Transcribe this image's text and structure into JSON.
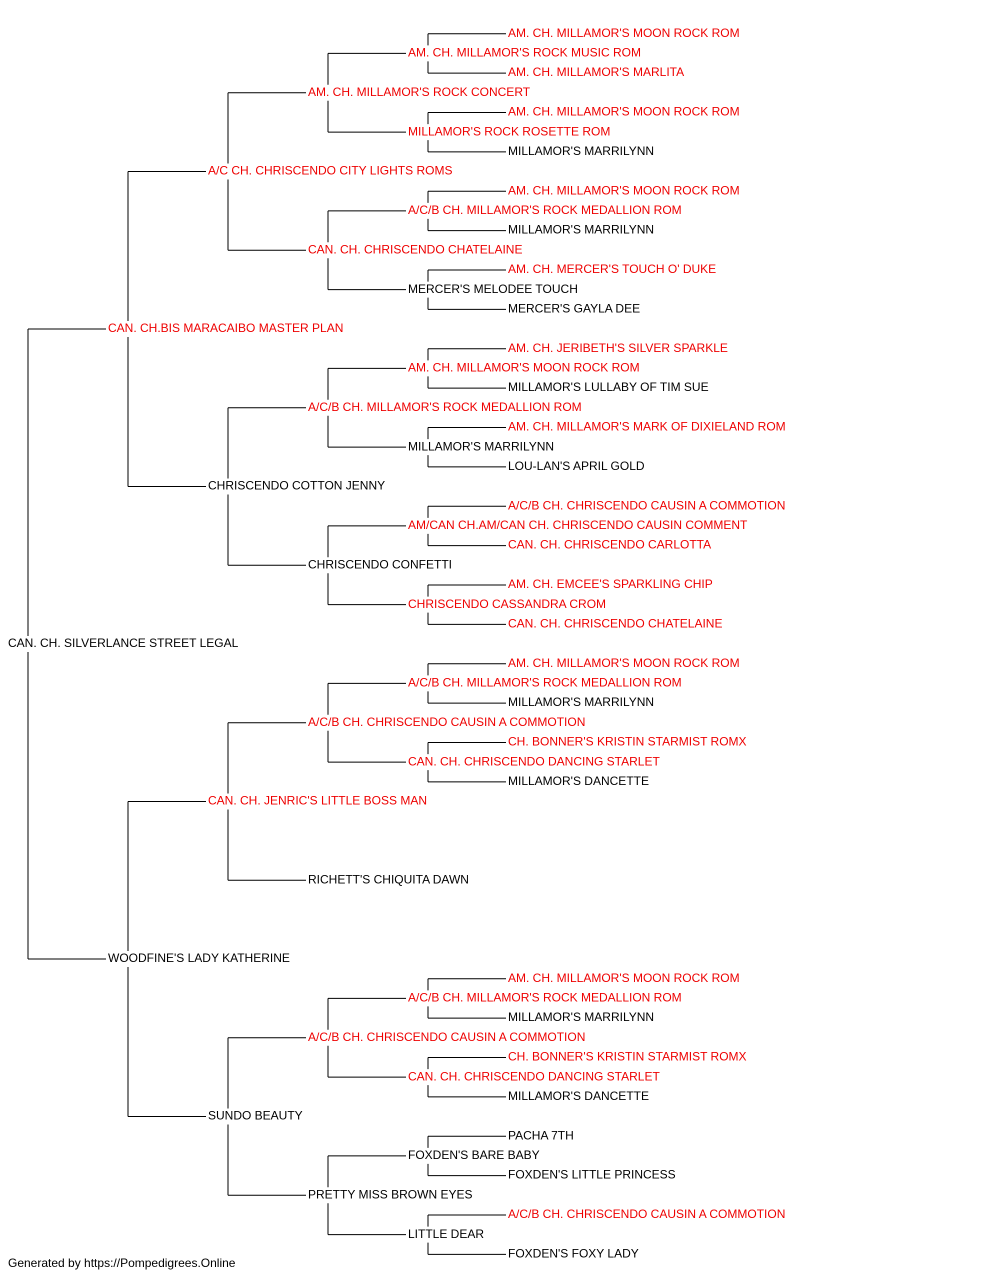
{
  "colors": {
    "champion": "#ee0000",
    "regular": "#000000",
    "line": "#000000"
  },
  "pedigree": {
    "name": "CAN. CH. SILVERLANCE STREET LEGAL",
    "ch": false,
    "sire": {
      "name": "CAN. CH.BIS MARACAIBO MASTER PLAN",
      "ch": true,
      "sire": {
        "name": "A/C CH. CHRISCENDO CITY LIGHTS ROMS",
        "ch": true,
        "sire": {
          "name": "AM. CH. MILLAMOR'S ROCK CONCERT",
          "ch": true,
          "sire": {
            "name": "AM. CH. MILLAMOR'S ROCK MUSIC ROM",
            "ch": true,
            "sire": {
              "name": "AM. CH. MILLAMOR'S MOON ROCK ROM",
              "ch": true
            },
            "dam": {
              "name": "AM. CH. MILLAMOR'S MARLITA",
              "ch": true
            }
          },
          "dam": {
            "name": "MILLAMOR'S ROCK ROSETTE ROM",
            "ch": true,
            "sire": {
              "name": "AM. CH. MILLAMOR'S MOON ROCK ROM",
              "ch": true
            },
            "dam": {
              "name": "MILLAMOR'S MARRILYNN",
              "ch": false
            }
          }
        },
        "dam": {
          "name": "CAN. CH. CHRISCENDO CHATELAINE",
          "ch": true,
          "sire": {
            "name": "A/C/B CH. MILLAMOR'S ROCK MEDALLION ROM",
            "ch": true,
            "sire": {
              "name": "AM. CH. MILLAMOR'S MOON ROCK ROM",
              "ch": true
            },
            "dam": {
              "name": "MILLAMOR'S MARRILYNN",
              "ch": false
            }
          },
          "dam": {
            "name": "MERCER'S MELODEE TOUCH",
            "ch": false,
            "sire": {
              "name": "AM. CH. MERCER'S TOUCH O' DUKE",
              "ch": true
            },
            "dam": {
              "name": "MERCER'S GAYLA DEE",
              "ch": false
            }
          }
        }
      },
      "dam": {
        "name": "CHRISCENDO COTTON JENNY",
        "ch": false,
        "sire": {
          "name": "A/C/B CH. MILLAMOR'S ROCK MEDALLION ROM",
          "ch": true,
          "sire": {
            "name": "AM. CH. MILLAMOR'S MOON ROCK ROM",
            "ch": true,
            "sire": {
              "name": "AM. CH. JERIBETH'S SILVER SPARKLE",
              "ch": true
            },
            "dam": {
              "name": "MILLAMOR'S LULLABY OF TIM SUE",
              "ch": false
            }
          },
          "dam": {
            "name": "MILLAMOR'S MARRILYNN",
            "ch": false,
            "sire": {
              "name": "AM. CH. MILLAMOR'S MARK OF DIXIELAND ROM",
              "ch": true
            },
            "dam": {
              "name": "LOU-LAN'S APRIL GOLD",
              "ch": false
            }
          }
        },
        "dam": {
          "name": "CHRISCENDO CONFETTI",
          "ch": false,
          "sire": {
            "name": "AM/CAN CH.AM/CAN CH. CHRISCENDO CAUSIN COMMENT",
            "ch": true,
            "sire": {
              "name": "A/C/B CH. CHRISCENDO CAUSIN A COMMOTION",
              "ch": true
            },
            "dam": {
              "name": "CAN. CH. CHRISCENDO CARLOTTA",
              "ch": true
            }
          },
          "dam": {
            "name": "CHRISCENDO CASSANDRA CROM",
            "ch": true,
            "sire": {
              "name": "AM. CH. EMCEE'S SPARKLING CHIP",
              "ch": true
            },
            "dam": {
              "name": "CAN. CH. CHRISCENDO CHATELAINE",
              "ch": true
            }
          }
        }
      }
    },
    "dam": {
      "name": "WOODFINE'S LADY KATHERINE",
      "ch": false,
      "sire": {
        "name": "CAN. CH. JENRIC'S LITTLE BOSS MAN",
        "ch": true,
        "sire": {
          "name": "A/C/B CH. CHRISCENDO CAUSIN A COMMOTION",
          "ch": true,
          "sire": {
            "name": "A/C/B CH. MILLAMOR'S ROCK MEDALLION ROM",
            "ch": true,
            "sire": {
              "name": "AM. CH. MILLAMOR'S MOON ROCK ROM",
              "ch": true
            },
            "dam": {
              "name": "MILLAMOR'S MARRILYNN",
              "ch": false
            }
          },
          "dam": {
            "name": "CAN. CH. CHRISCENDO DANCING STARLET",
            "ch": true,
            "sire": {
              "name": "CH. BONNER'S KRISTIN STARMIST ROMX",
              "ch": true
            },
            "dam": {
              "name": "MILLAMOR'S DANCETTE",
              "ch": false
            }
          }
        },
        "dam": {
          "name": "RICHETT'S CHIQUITA DAWN",
          "ch": false
        }
      },
      "dam": {
        "name": "SUNDO BEAUTY",
        "ch": false,
        "sire": {
          "name": "A/C/B CH. CHRISCENDO CAUSIN A COMMOTION",
          "ch": true,
          "sire": {
            "name": "A/C/B CH. MILLAMOR'S ROCK MEDALLION ROM",
            "ch": true,
            "sire": {
              "name": "AM. CH. MILLAMOR'S MOON ROCK ROM",
              "ch": true
            },
            "dam": {
              "name": "MILLAMOR'S MARRILYNN",
              "ch": false
            }
          },
          "dam": {
            "name": "CAN. CH. CHRISCENDO DANCING STARLET",
            "ch": true,
            "sire": {
              "name": "CH. BONNER'S KRISTIN STARMIST ROMX",
              "ch": true
            },
            "dam": {
              "name": "MILLAMOR'S DANCETTE",
              "ch": false
            }
          }
        },
        "dam": {
          "name": "PRETTY MISS BROWN EYES",
          "ch": false,
          "sire": {
            "name": "FOXDEN'S BARE BABY",
            "ch": false,
            "sire": {
              "name": "PACHA 7TH",
              "ch": false
            },
            "dam": {
              "name": "FOXDEN'S LITTLE PRINCESS",
              "ch": false
            }
          },
          "dam": {
            "name": "LITTLE DEAR",
            "ch": false,
            "sire": {
              "name": "A/C/B CH. CHRISCENDO CAUSIN A COMMOTION",
              "ch": true
            },
            "dam": {
              "name": "FOXDEN'S FOXY LADY",
              "ch": false
            }
          }
        }
      }
    }
  },
  "footer": "Generated by https://Pompedigrees.Online"
}
